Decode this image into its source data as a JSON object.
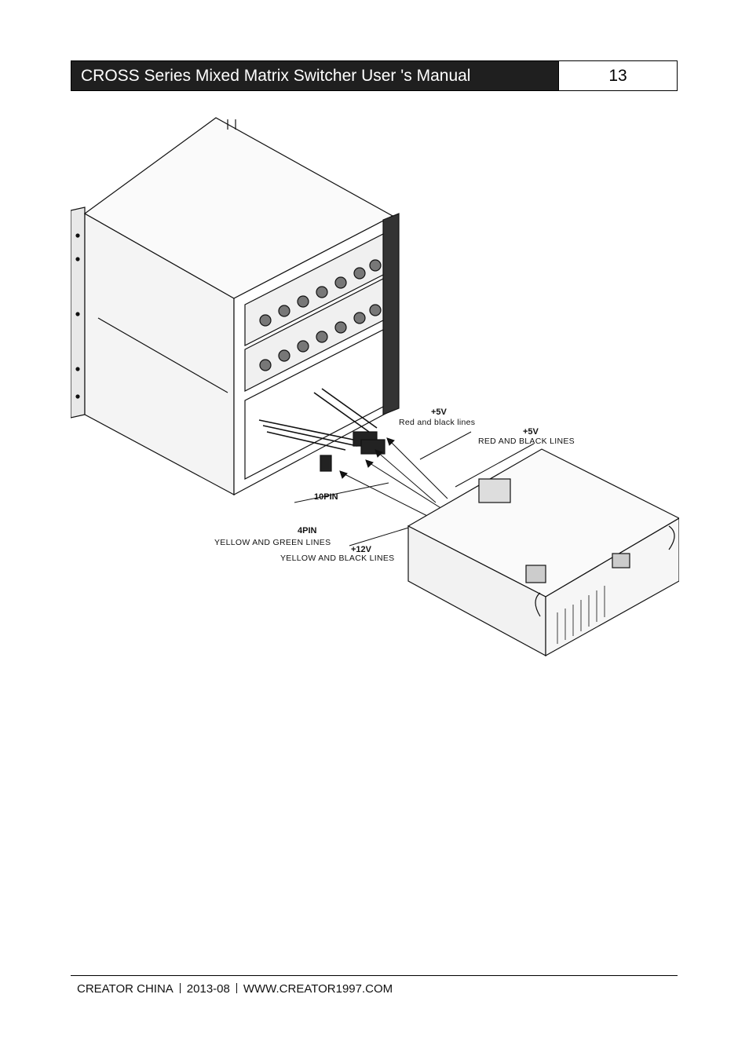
{
  "header": {
    "title": "CROSS Series Mixed Matrix Switcher User 's Manual",
    "page_number": "13"
  },
  "figure": {
    "labels": {
      "v5_upper": "+5V",
      "red_black_lower": "Red and black lines",
      "v5_right": "+5V",
      "red_black_upper": "RED AND BLACK LINES",
      "pin10": "10PIN",
      "pin4": "4PIN",
      "yellow_green": "YELLOW AND GREEN LINES",
      "v12": "+12V",
      "yellow_black": "YELLOW AND BLACK LINES"
    }
  },
  "footer": {
    "company": "CREATOR CHINA",
    "date": "2013-08",
    "website": "WWW.CREATOR1997.COM"
  }
}
